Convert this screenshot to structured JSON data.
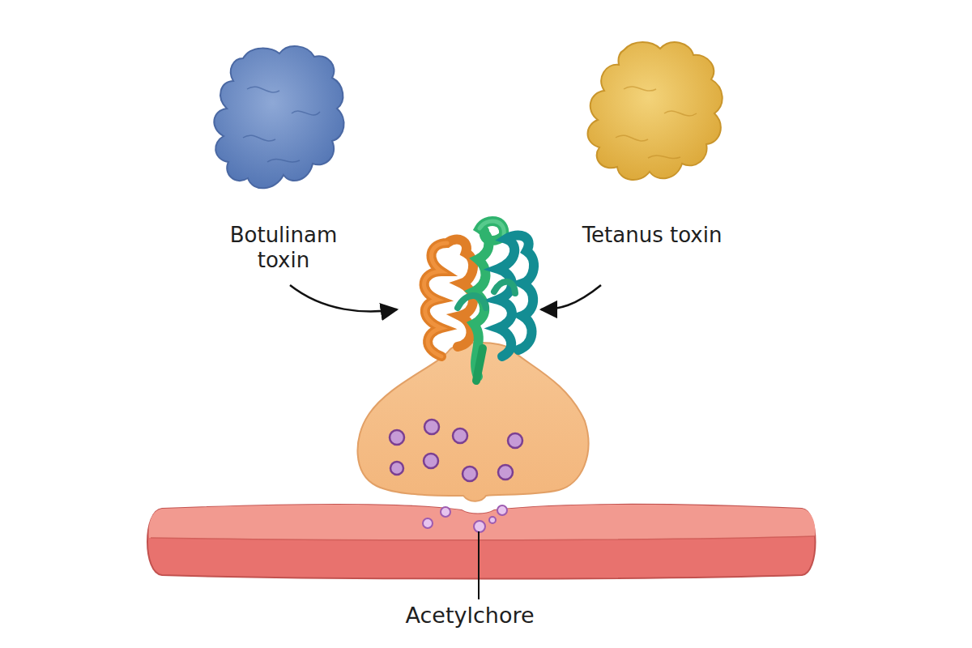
{
  "diagram": {
    "labels": [
      "Botulinam toxin",
      "Tetanus toxin",
      "Acetylchore"
    ]
  }
}
